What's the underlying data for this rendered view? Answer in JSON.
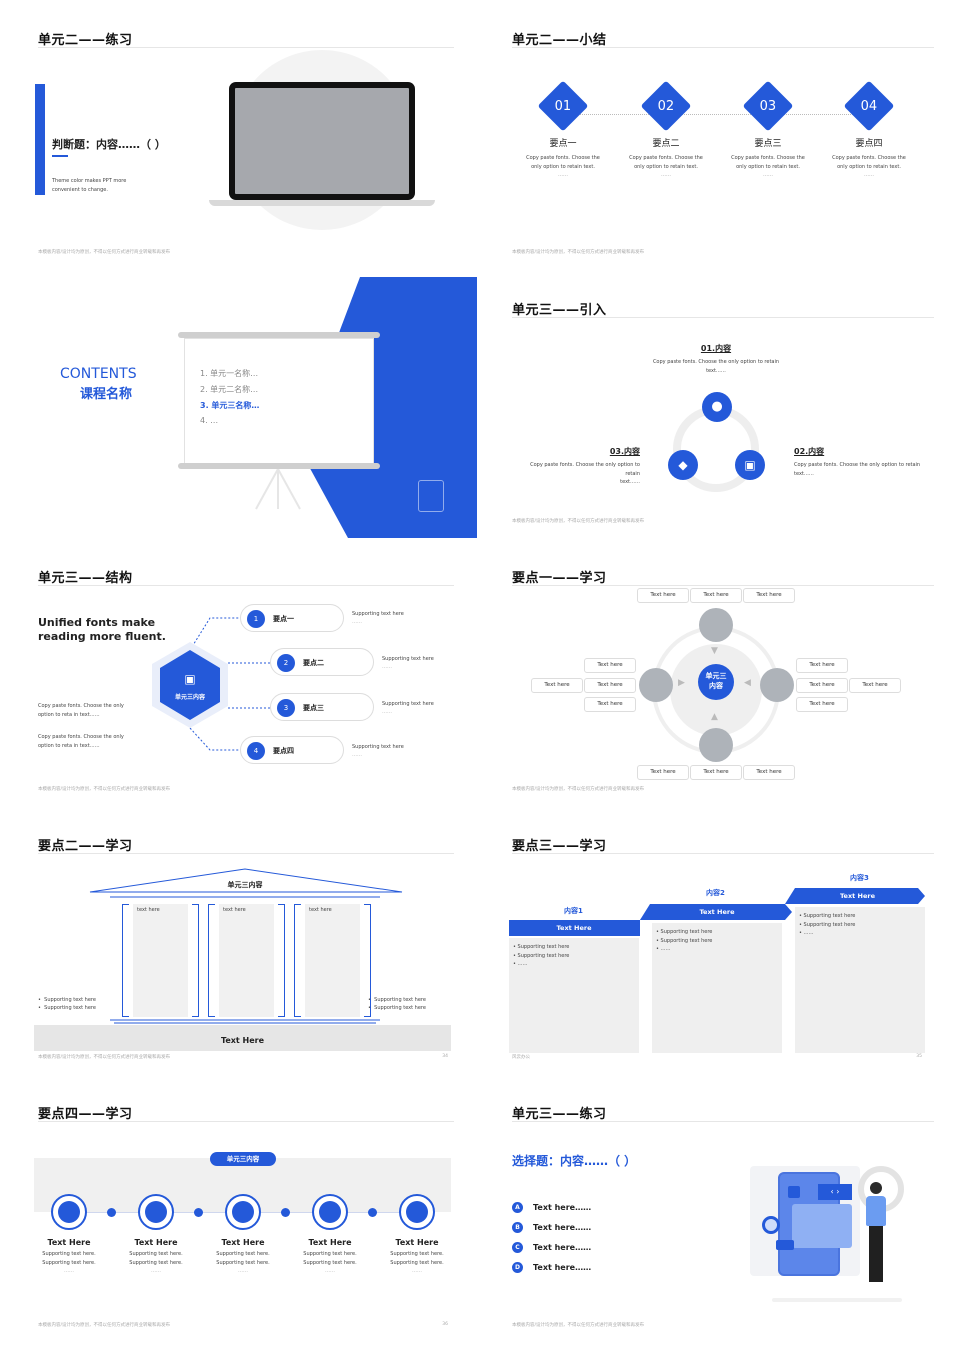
{
  "colors": {
    "accent": "#2459d9",
    "gray": "#e8e8e8"
  },
  "footer": "本模板内容/设计均为原创，不得以任何方式进行商业转载和再发布",
  "s1": {
    "title": "单元二——练习",
    "question": "判断题：内容……（ ）",
    "desc1": "Theme color makes PPT more",
    "desc2": "convenient to change."
  },
  "s2": {
    "title": "单元二——小结",
    "points": [
      {
        "num": "01",
        "label": "要点一",
        "t1": "Copy paste fonts. Choose the",
        "t2": "only option to retain text.",
        "dots": "……"
      },
      {
        "num": "02",
        "label": "要点二",
        "t1": "Copy paste fonts. Choose the",
        "t2": "only option to retain text.",
        "dots": "……"
      },
      {
        "num": "03",
        "label": "要点三",
        "t1": "Copy paste fonts. Choose the",
        "t2": "only option to retain text.",
        "dots": "……"
      },
      {
        "num": "04",
        "label": "要点四",
        "t1": "Copy paste fonts. Choose the",
        "t2": "only option to retain text.",
        "dots": "……"
      }
    ]
  },
  "s3": {
    "contents": "CONTENTS",
    "course": "课程名称",
    "items": [
      "1.  单元一名称…",
      "2.  单元二名称…",
      "3.  单元三名称…",
      "4.  …"
    ]
  },
  "s4": {
    "title": "单元三——引入",
    "c1": {
      "h": "01.内容",
      "t1": "Copy paste fonts. Choose the only option to retain",
      "t2": "text……"
    },
    "c2": {
      "h": "02.内容",
      "t1": "Copy paste fonts. Choose the only option to retain",
      "t2": "text……"
    },
    "c3": {
      "h": "03.内容",
      "t1": "Copy paste fonts. Choose the only option to retain",
      "t2": "text……"
    }
  },
  "s5": {
    "title": "单元三——结构",
    "heading1": "Unified fonts make",
    "heading2": "reading more fluent.",
    "hex": "单元三内容",
    "p1a": "Copy paste fonts. Choose the only",
    "p1b": "option to reta in text……",
    "p2a": "Copy paste fonts. Choose the only",
    "p2b": "option to reta in text……",
    "items": [
      {
        "n": "1",
        "label": "要点一",
        "sup": "Supporting text here",
        "dots": "……"
      },
      {
        "n": "2",
        "label": "要点二",
        "sup": "Supporting text here",
        "dots": "……"
      },
      {
        "n": "3",
        "label": "要点三",
        "sup": "Supporting text here",
        "dots": "……"
      },
      {
        "n": "4",
        "label": "要点四",
        "sup": "Supporting text here",
        "dots": "……"
      }
    ]
  },
  "s6": {
    "title": "要点一——学习",
    "center1": "单元三",
    "center2": "内容",
    "text": "Text here"
  },
  "s7": {
    "title": "要点二——学习",
    "roof": "单元三内容",
    "col": "text here",
    "sup": "Supporting text here",
    "base": "Text Here",
    "page": "34"
  },
  "s8": {
    "title": "要点三——学习",
    "cols": [
      {
        "h": "内容1",
        "bar": "Text Here"
      },
      {
        "h": "内容2",
        "bar": "Text Here"
      },
      {
        "h": "内容3",
        "bar": "Text Here"
      }
    ],
    "sup": "Supporting text here",
    "dots": "……",
    "foot": "风云办公",
    "page": "35"
  },
  "s9": {
    "title": "要点四——学习",
    "badge": "单元三内容",
    "item": "Text Here",
    "sup": "Supporting text here.",
    "dots": "……",
    "page": "36"
  },
  "s10": {
    "title": "单元三——练习",
    "question": "选择题：内容……（ ）",
    "options": [
      {
        "k": "A",
        "t": "Text here……"
      },
      {
        "k": "B",
        "t": "Text here……"
      },
      {
        "k": "C",
        "t": "Text here……"
      },
      {
        "k": "D",
        "t": "Text here……"
      }
    ]
  }
}
